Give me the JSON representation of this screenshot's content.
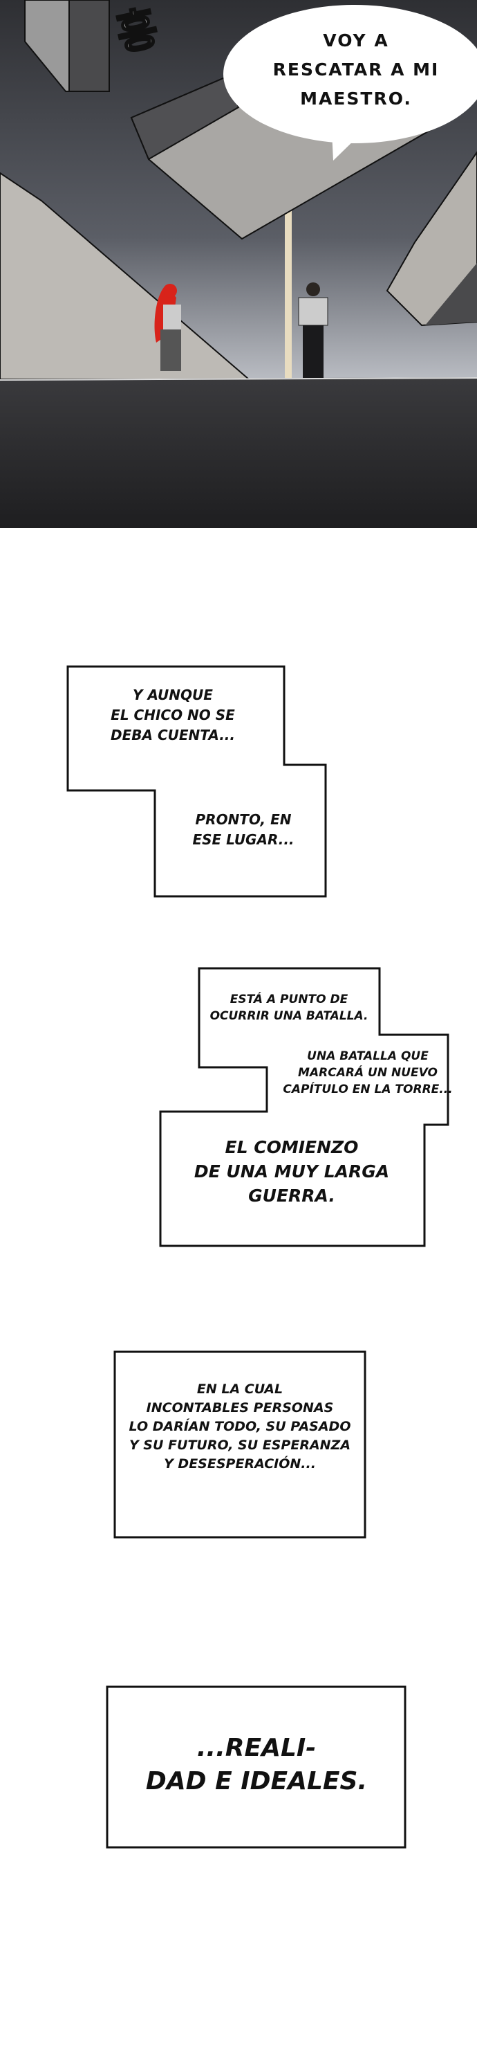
{
  "panel": {
    "sfx": "흥",
    "speech_bubble": [
      "VOY A",
      "RESCATAR A MI",
      "MAESTRO."
    ]
  },
  "captions": {
    "box1_top": [
      "Y AUNQUE",
      "EL CHICO NO SE",
      "DEBA CUENTA..."
    ],
    "box1_bottom": [
      "PRONTO, EN",
      "ESE LUGAR..."
    ],
    "box2_top": [
      "ESTÁ A PUNTO DE",
      "OCURRIR UNA BATALLA."
    ],
    "box2_middle": [
      "UNA BATALLA QUE",
      "MARCARÁ UN NUEVO",
      "CAPÍTULO EN LA TORRE..."
    ],
    "box2_bottom": [
      "EL COMIENZO",
      "DE UNA MUY LARGA",
      "GUERRA."
    ],
    "box3": [
      "EN LA CUAL",
      "INCONTABLES PERSONAS",
      "LO DARÍAN TODO, SU PASADO",
      "Y SU FUTURO, SU ESPERANZA",
      "Y DESESPERACIÓN..."
    ],
    "box4": [
      "...REALI-",
      "DAD E IDEALES."
    ]
  },
  "colors": {
    "hair": "#d8231a",
    "sky_top": "#2e2f33",
    "sky_bottom": "#cfd2d8"
  }
}
